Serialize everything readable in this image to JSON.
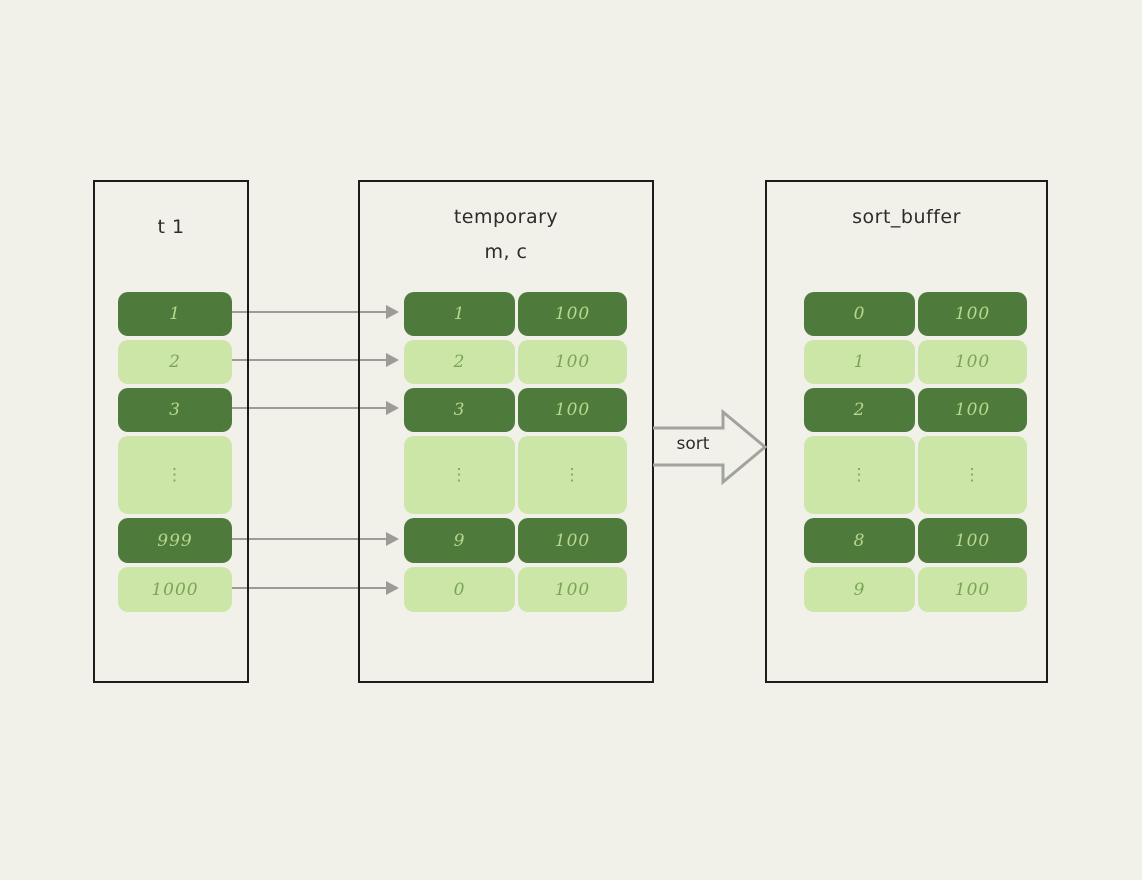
{
  "colors": {
    "background": "#f2f1e9",
    "cell_dark_green": "#4e7b3c",
    "cell_light_green": "#cce6a8",
    "text_on_dark": "#b7d88c",
    "text_on_light": "#7ba455",
    "box_border": "#1c1c1c",
    "arrow_gray": "#9b9b97",
    "title_text": "#2c2c2c"
  },
  "boxes": [
    {
      "id": "t1",
      "title_lines": [
        "t 1"
      ],
      "rows": [
        {
          "tone": "dark",
          "cells": [
            "1"
          ]
        },
        {
          "tone": "light",
          "cells": [
            "2"
          ]
        },
        {
          "tone": "dark",
          "cells": [
            "3"
          ]
        },
        {
          "tone": "light",
          "dots": true,
          "cells": [
            "⋮"
          ]
        },
        {
          "tone": "dark",
          "cells": [
            "999"
          ]
        },
        {
          "tone": "light",
          "cells": [
            "1000"
          ]
        }
      ]
    },
    {
      "id": "temporary",
      "title_lines": [
        "temporary",
        "m, c"
      ],
      "rows": [
        {
          "tone": "dark",
          "cells": [
            "1",
            "100"
          ]
        },
        {
          "tone": "light",
          "cells": [
            "2",
            "100"
          ]
        },
        {
          "tone": "dark",
          "cells": [
            "3",
            "100"
          ]
        },
        {
          "tone": "light",
          "dots": true,
          "cells": [
            "⋮",
            "⋮"
          ]
        },
        {
          "tone": "dark",
          "cells": [
            "9",
            "100"
          ]
        },
        {
          "tone": "light",
          "cells": [
            "0",
            "100"
          ]
        }
      ]
    },
    {
      "id": "sort-buffer",
      "title_lines": [
        "sort_buffer"
      ],
      "rows": [
        {
          "tone": "dark",
          "cells": [
            "0",
            "100"
          ]
        },
        {
          "tone": "light",
          "cells": [
            "1",
            "100"
          ]
        },
        {
          "tone": "dark",
          "cells": [
            "2",
            "100"
          ]
        },
        {
          "tone": "light",
          "dots": true,
          "cells": [
            "⋮",
            "⋮"
          ]
        },
        {
          "tone": "dark",
          "cells": [
            "8",
            "100"
          ]
        },
        {
          "tone": "light",
          "cells": [
            "9",
            "100"
          ]
        }
      ]
    }
  ],
  "connectors": {
    "row_indices": [
      0,
      1,
      2,
      4,
      5
    ]
  },
  "sort_arrow": {
    "label": "sort"
  }
}
